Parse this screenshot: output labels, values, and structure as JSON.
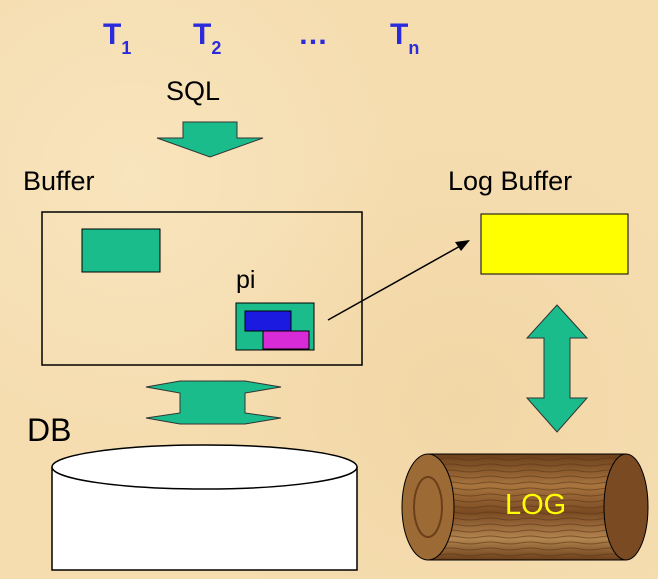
{
  "transactions": {
    "t1": {
      "main": "T",
      "sub": "1"
    },
    "t2": {
      "main": "T",
      "sub": "2"
    },
    "ellipsis": "…",
    "tn": {
      "main": "T",
      "sub": "n"
    }
  },
  "labels": {
    "sql": "SQL",
    "buffer": "Buffer",
    "log_buffer": "Log Buffer",
    "pi": "pi",
    "db": "DB",
    "log": "LOG"
  },
  "colors": {
    "teal": "#1abc8c",
    "yellow": "#ffff00",
    "blue": "#1a1ae0",
    "magenta": "#d62bd6",
    "wood": "#8a5a2b",
    "transaction_text": "#2b2bdc",
    "log_text": "#ffff00"
  }
}
